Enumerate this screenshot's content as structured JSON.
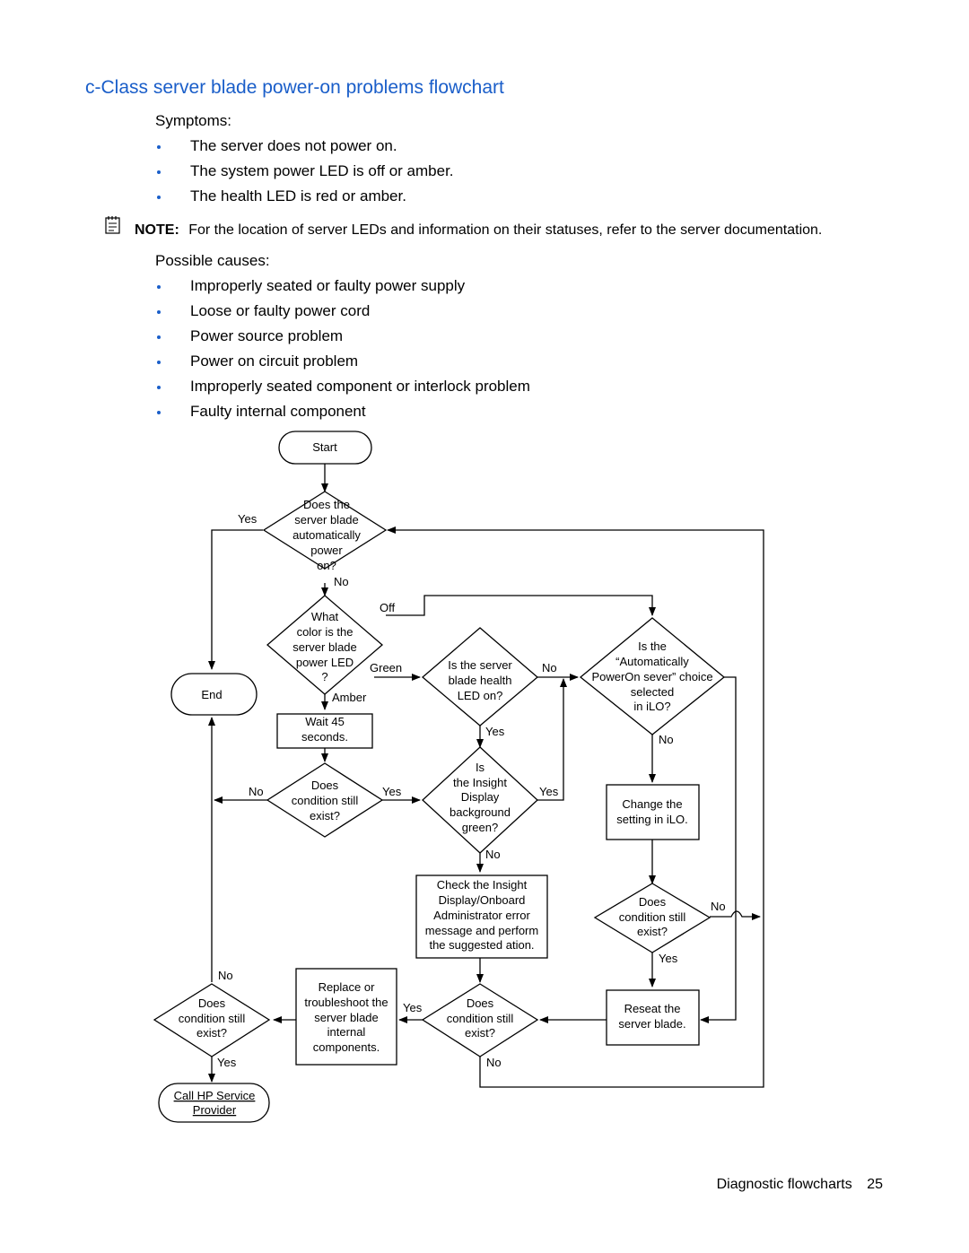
{
  "page": {
    "title": "c-Class server blade power-on problems flowchart",
    "symptoms_label": "Symptoms:",
    "symptoms": [
      "The server does not power on.",
      "The system power LED is off or amber.",
      "The health LED is red or amber."
    ],
    "note_label": "NOTE:",
    "note_text": "For the location of server LEDs and information on their statuses, refer to the server documentation.",
    "causes_label": "Possible causes:",
    "causes": [
      "Improperly seated or faulty power supply",
      "Loose or faulty power cord",
      "Power source problem",
      "Power on circuit problem",
      "Improperly seated component or interlock problem",
      "Faulty internal component"
    ],
    "footer_section": "Diagnostic flowcharts",
    "footer_page": "25"
  },
  "flowchart": {
    "start": "Start",
    "d1": [
      "Does the",
      "server blade",
      "automatically",
      "power",
      "on?"
    ],
    "end": "End",
    "d2": [
      "What",
      "color is the",
      "server blade",
      "power LED",
      "?"
    ],
    "wait": [
      "Wait 45",
      "seconds."
    ],
    "d3": [
      "Does",
      "condition still",
      "exist?"
    ],
    "d4": [
      "Is the server",
      "blade health",
      "LED on?"
    ],
    "d5": [
      "Is",
      "the Insight",
      "Display",
      "background",
      "green?"
    ],
    "d6": [
      "Is the",
      "“Automatically",
      "PowerOn sever” choice",
      "selected",
      "in iLO?"
    ],
    "change": [
      "Change the",
      "setting in iLO."
    ],
    "check": [
      "Check the Insight",
      "Display/Onboard",
      "Administrator error",
      "message and perform",
      "the suggested ation."
    ],
    "d7": [
      "Does",
      "condition still",
      "exist?"
    ],
    "replace": [
      "Replace or",
      "troubleshoot the",
      "server blade",
      "internal",
      "components."
    ],
    "d8": [
      "Does",
      "condition still",
      "exist?"
    ],
    "reseat": [
      "Reseat the",
      "server blade."
    ],
    "d9": [
      "Does",
      "condition still",
      "exist?"
    ],
    "call": [
      "Call HP Service",
      "Provider"
    ],
    "labels": {
      "yes": "Yes",
      "no": "No",
      "off": "Off",
      "green": "Green",
      "amber": "Amber"
    }
  }
}
